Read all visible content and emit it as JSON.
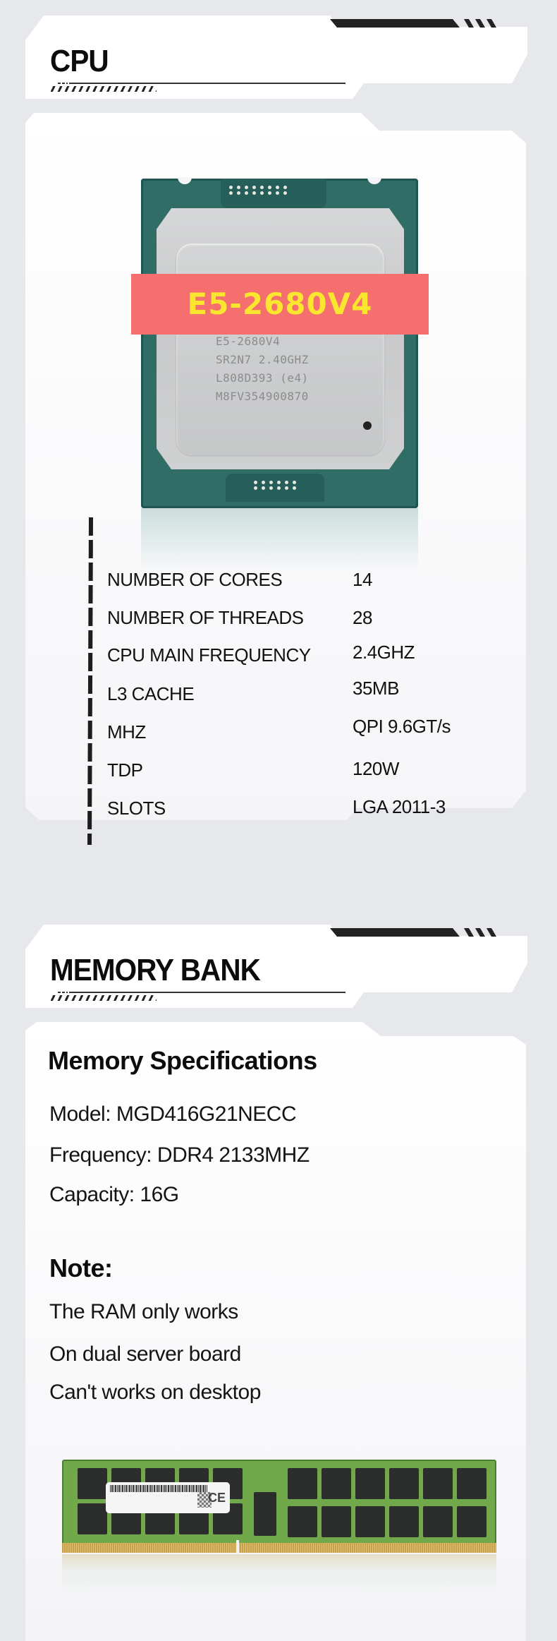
{
  "sections": {
    "cpu": {
      "title": "CPU",
      "product_label": "E5-2680V4",
      "chip_markings": [
        "E5-2680V4",
        "SR2N7 2.40GHZ",
        "L808D393 (e4)",
        "M8FV354900870"
      ],
      "specs": [
        {
          "label": "NUMBER OF CORES",
          "value": "14"
        },
        {
          "label": "NUMBER OF THREADS",
          "value": "28"
        },
        {
          "label": "CPU MAIN FREQUENCY",
          "value": "2.4GHZ"
        },
        {
          "label": "L3 CACHE",
          "value": "35MB"
        },
        {
          "label": "MHZ",
          "value": "QPI 9.6GT/s"
        },
        {
          "label": "TDP",
          "value": "120W"
        },
        {
          "label": "SLOTS",
          "value": "LGA 2011-3"
        }
      ]
    },
    "memory": {
      "title": "MEMORY BANK",
      "spec_heading": "Memory Specifications",
      "specs": [
        "Model: MGD416G21NECC",
        "Frequency: DDR4 2133MHZ",
        "Capacity: 16G"
      ],
      "note_heading": "Note:",
      "notes": [
        "The RAM only works",
        "On dual server board",
        "Can't works on desktop"
      ],
      "module_sticker_mark": "CE"
    }
  },
  "colors": {
    "page_bg": "#e7e8eb",
    "card_bg": "#ffffff",
    "accent_dark": "#222222",
    "label_red": "#f46f6e",
    "label_yellow": "#fbe62f",
    "pcb_green": "#71a84a"
  }
}
